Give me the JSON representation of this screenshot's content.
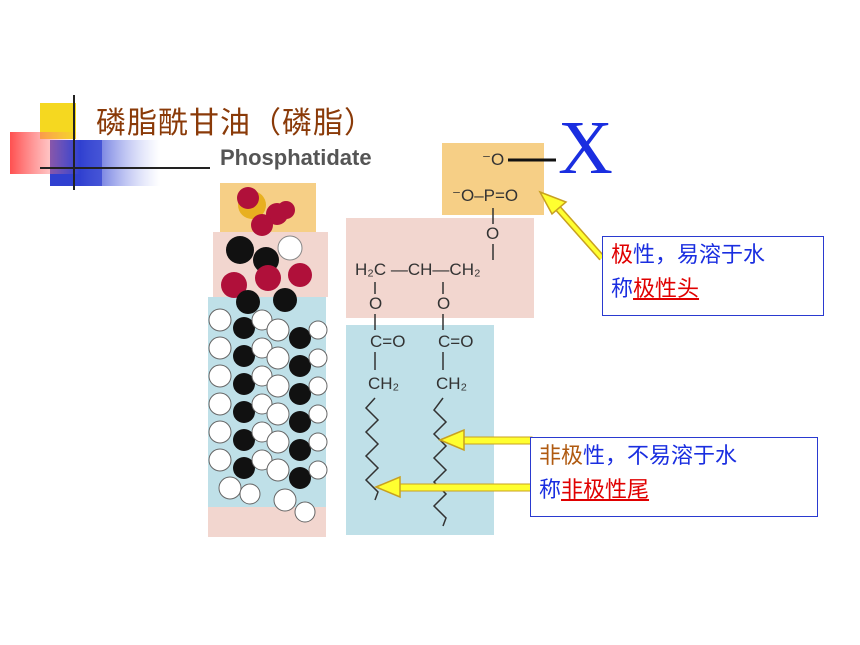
{
  "slide": {
    "title": "磷脂酰甘油（磷脂）",
    "figure_title": "Phosphatidate",
    "x_mark": "X"
  },
  "structure": {
    "phosphate_top": "⁻O",
    "phosphate_mid": "⁻O–P=O",
    "phosphate_o": "O",
    "glycerol_row": "H₂C ―CH―CH₂",
    "ester_o1": "O",
    "ester_o2": "O",
    "carbonyl_1": "C=O",
    "carbonyl_2": "C=O",
    "ch2_1": "CH₂",
    "ch2_2": "CH₂"
  },
  "callout_polar": {
    "line1_a": "极",
    "line1_b": "性，易溶于水",
    "line2_a": "称",
    "line2_b": "极性头"
  },
  "callout_nonpolar": {
    "line1_a": "非极",
    "line1_b": "性，不易溶于水",
    "line2_a": "称",
    "line2_b": "非极性尾"
  },
  "colors": {
    "head_bg": "#f6cf86",
    "glycerol_bg": "#f2d6cf",
    "tail_bg": "#bfe0e8",
    "title": "#8a3a08",
    "accent_blue": "#1a2ee0",
    "accent_red": "#e00000"
  }
}
